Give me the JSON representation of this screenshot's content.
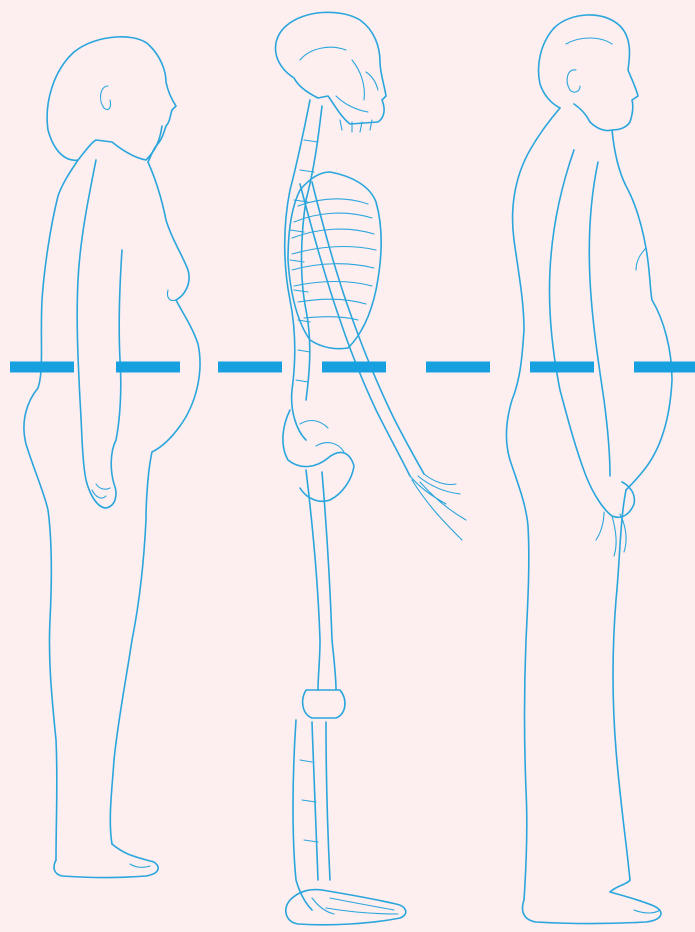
{
  "figures": [
    {
      "id": "woman",
      "icon": "woman-side-profile-outline"
    },
    {
      "id": "skeleton",
      "icon": "skeleton-side-profile-outline"
    },
    {
      "id": "man",
      "icon": "man-side-profile-outline"
    }
  ],
  "reference_line": {
    "style": "dashed",
    "meaning": "waist-level-line"
  },
  "colors": {
    "background": "#fdeef0",
    "outline": "#2aa6dc",
    "dash": "#16a0e0"
  }
}
